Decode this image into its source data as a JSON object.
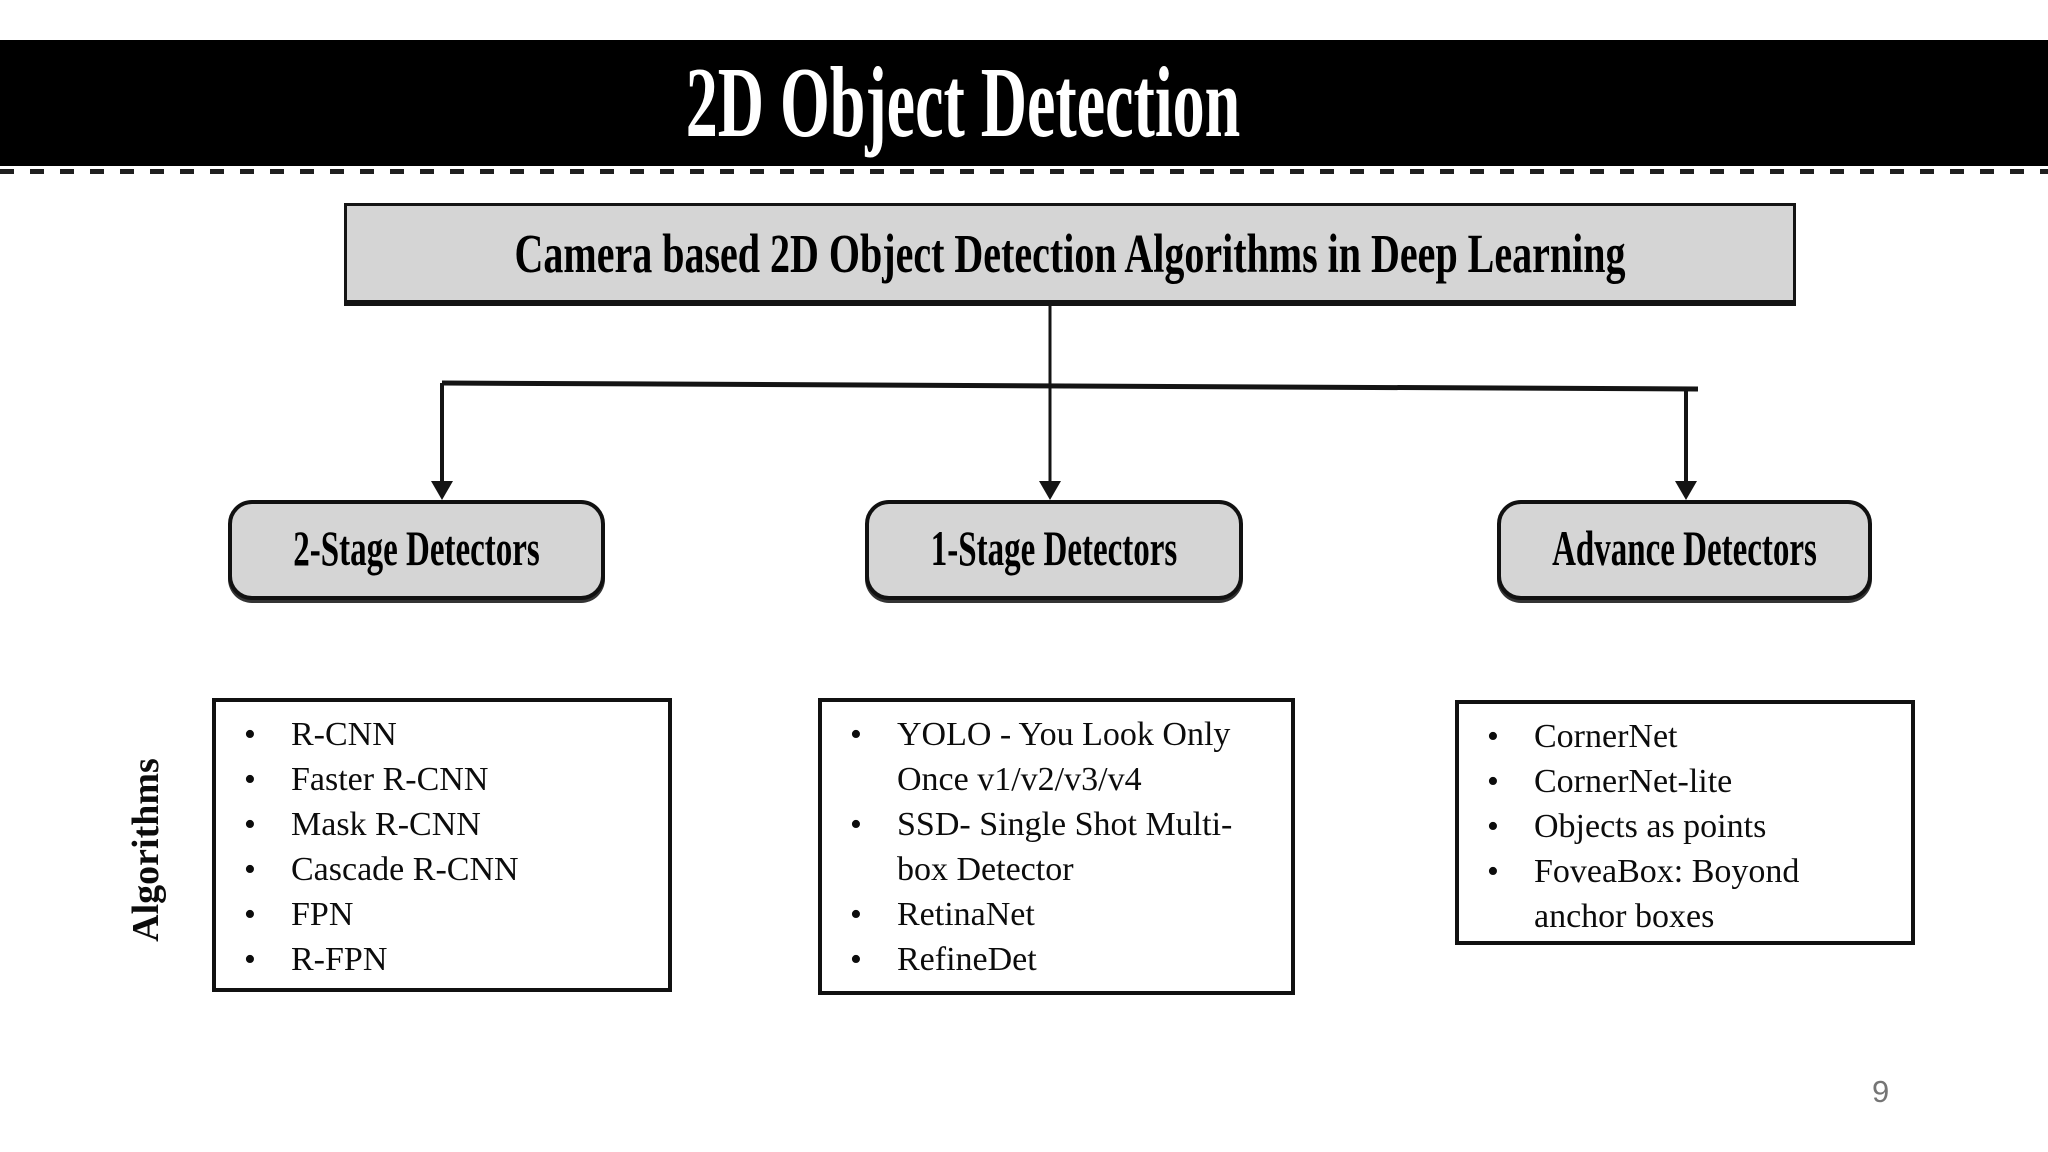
{
  "title": "2D Object Detection",
  "header": {
    "label": "Camera based 2D Object Detection Algorithms in Deep Learning"
  },
  "side_label": "Algorithms",
  "page_number": "9",
  "colors": {
    "banner_bg": "#000000",
    "banner_text": "#ffffff",
    "node_fill": "#d5d5d5",
    "node_border": "#141414",
    "list_fill": "#ffffff",
    "connector": "#141414",
    "page_number": "#757575"
  },
  "branches": [
    {
      "label": "2-Stage Detectors",
      "items": [
        "R-CNN",
        "Faster R-CNN",
        "Mask R-CNN",
        "Cascade R-CNN",
        "FPN",
        "R-FPN"
      ]
    },
    {
      "label": "1-Stage Detectors",
      "items": [
        "YOLO - You Look Only Once v1/v2/v3/v4",
        "SSD- Single Shot Multi-box Detector",
        "RetinaNet",
        "RefineDet"
      ]
    },
    {
      "label": "Advance Detectors",
      "items": [
        "CornerNet",
        "CornerNet-lite",
        "Objects as points",
        "FoveaBox: Boyond anchor boxes"
      ]
    }
  ]
}
